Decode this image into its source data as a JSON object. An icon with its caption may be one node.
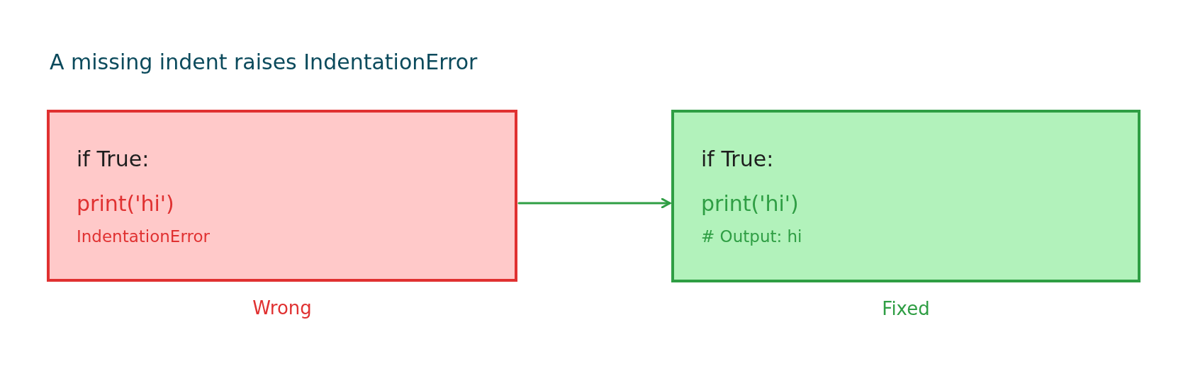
{
  "diagram": {
    "title": "A missing indent raises IndentationError",
    "nodes": [
      {
        "text": [
          "if True:",
          "print('hi')",
          "IndentationError"
        ],
        "beside": [
          "Wrong"
        ]
      },
      {
        "text": [
          "if True:",
          "print('hi')",
          "# Output: hi"
        ],
        "beside": [
          "Fixed"
        ]
      }
    ],
    "edges": [
      {
        "from": 0,
        "to": 1,
        "arrow": "to"
      }
    ]
  }
}
